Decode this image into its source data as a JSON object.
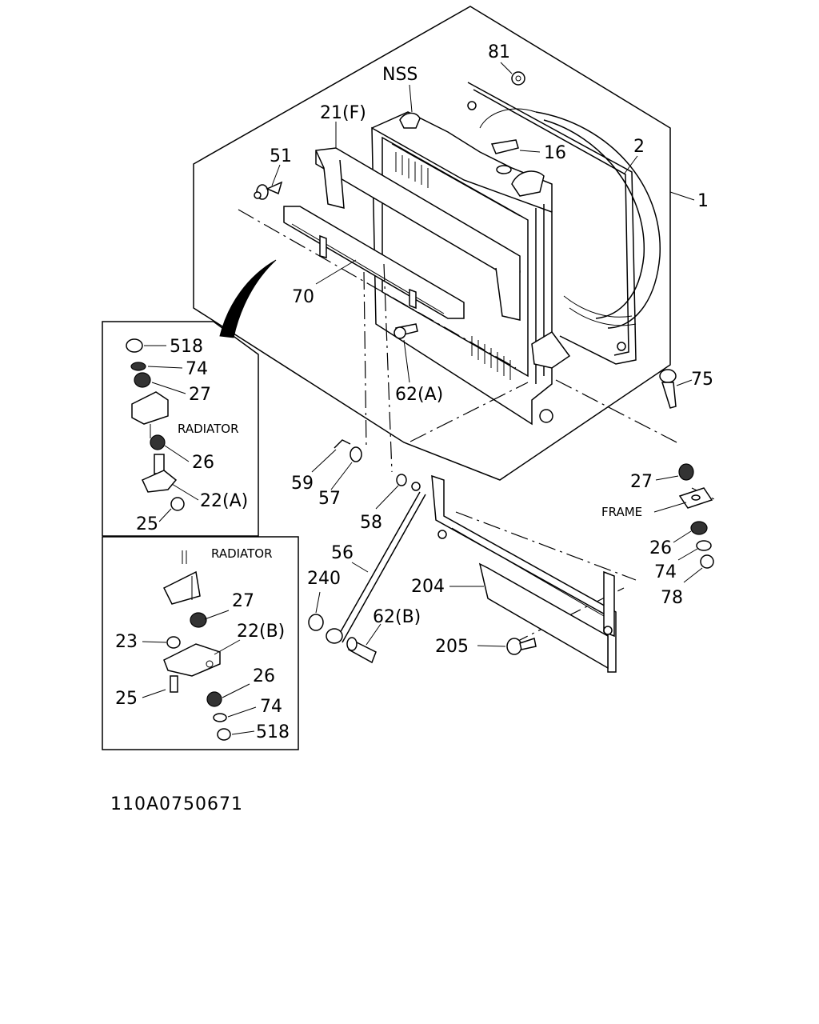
{
  "labels": {
    "nss": "NSS",
    "p81": "81",
    "p21f": "21(F)",
    "p16": "16",
    "p2": "2",
    "p1": "1",
    "p51": "51",
    "p70": "70",
    "p62a": "62(A)",
    "p75": "75",
    "p518a": "518",
    "p74a": "74",
    "p27a": "27",
    "radiator_a": "RADIATOR",
    "p26a": "26",
    "p22a": "22(A)",
    "p25a": "25",
    "p59": "59",
    "p57": "57",
    "p58": "58",
    "p27b": "27",
    "frame": "FRAME",
    "p26b": "26",
    "p74b": "74",
    "p78": "78",
    "radiator_b": "RADIATOR",
    "p27c": "27",
    "p23": "23",
    "p22b": "22(B)",
    "p25b": "25",
    "p26c": "26",
    "p74c": "74",
    "p518b": "518",
    "p56": "56",
    "p240": "240",
    "p62b": "62(B)",
    "p204": "204",
    "p205": "205"
  },
  "drawing_code": "110A0750671"
}
